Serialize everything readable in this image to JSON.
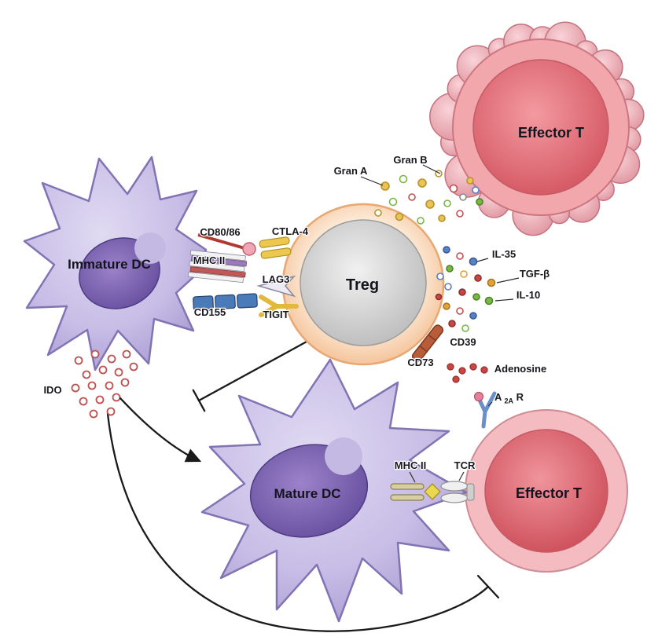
{
  "figure": {
    "kind": "immunology-mechanism-diagram",
    "cells": {
      "immature_dc": {
        "label": "Immature DC"
      },
      "treg": {
        "label": "Treg"
      },
      "effector_t_top": {
        "label": "Effector T"
      },
      "mature_dc": {
        "label": "Mature DC"
      },
      "effector_t_bottom": {
        "label": "Effector T"
      }
    },
    "molecules": {
      "cd80_86": "CD80/86",
      "ctla4": "CTLA-4",
      "mhc2_dc": "MHC II",
      "lag3": "LAG3",
      "cd155": "CD155",
      "tigit": "TIGIT",
      "gran_a": "Gran A",
      "gran_b": "Gran B",
      "il35": "IL-35",
      "tgf_beta": "TGF-β",
      "il10": "IL-10",
      "cd39": "CD39",
      "cd73": "CD73",
      "adenosine": "Adenosine",
      "a2ar_base": "A",
      "a2ar_sub": "2A",
      "a2ar_tail": "R",
      "ido": "IDO",
      "mhc2_mdc": "MHC II",
      "tcr": "TCR"
    },
    "colors": {
      "dc_body": "#c7bde6",
      "dc_nucleus": "#6d51a4",
      "treg_ring": "#f6c79b",
      "treg_core": "#d2d2d2",
      "effector_red": "#d9565f",
      "granule_yellow": "#e9c452",
      "cytokine_blue": "#5b7fc4",
      "cytokine_green": "#7ab648",
      "cytokine_red": "#cc4444",
      "label_text": "#17171d"
    }
  }
}
